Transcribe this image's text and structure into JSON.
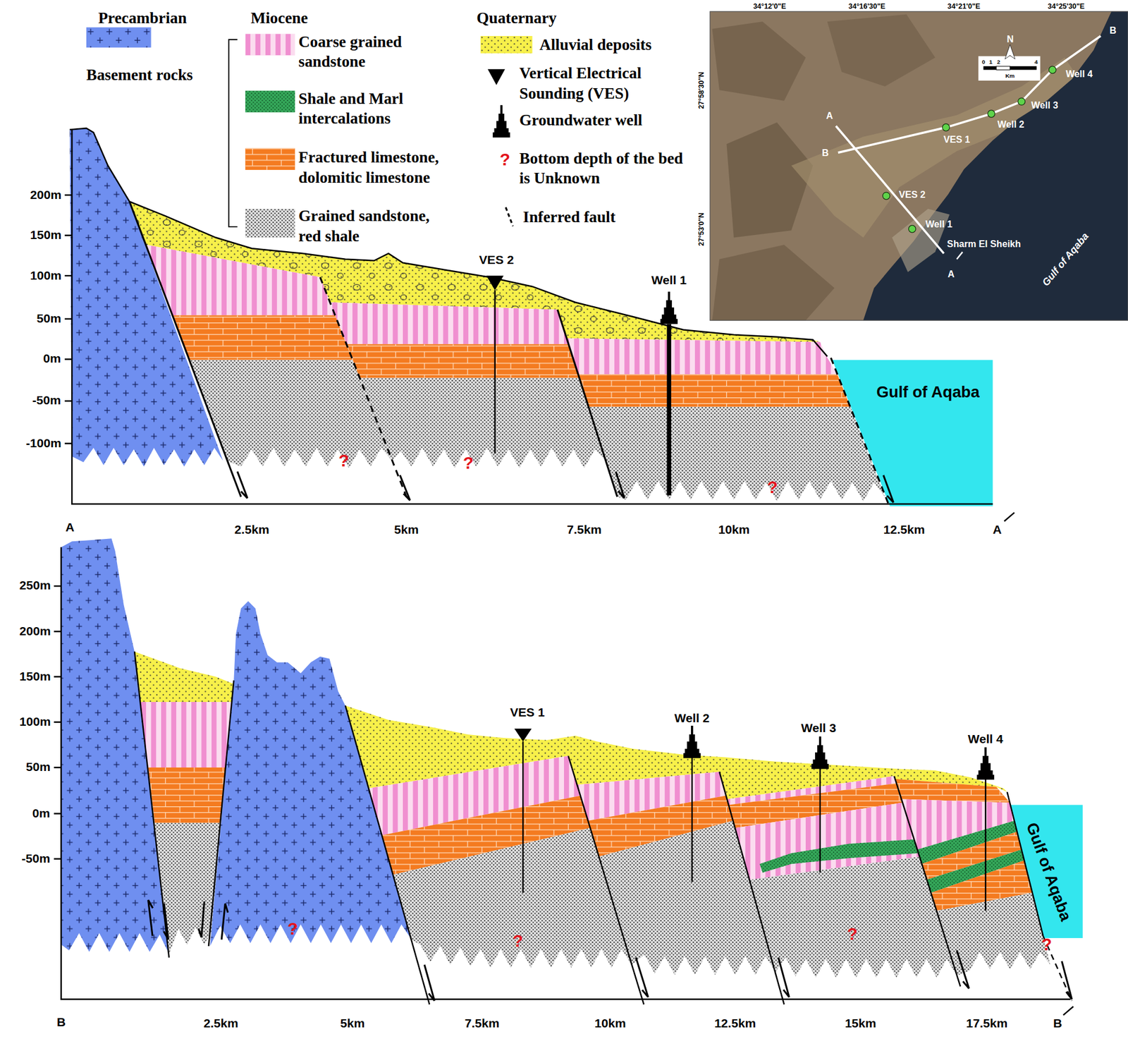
{
  "diagram": {
    "nodes": [
      {
        "text": [
          "Gulf of Aqaba"
        ]
      },
      {
        "text": [
          "Gulf of Aqaba"
        ]
      }
    ],
    "labels": [
      "Precambrian",
      "Miocene",
      "Quaternary",
      "200m",
      "150m",
      "100m",
      "50m",
      "0m",
      "-50m",
      "-100m",
      "A",
      "2.5km",
      "5km",
      "7.5km",
      "10km",
      "12.5km",
      "A",
      "VES 2",
      "Well 1",
      "?",
      "?",
      "?",
      "34°12'0\"E",
      "34°16'30\"E",
      "34°21'0\"E",
      "34°25'30\"E",
      "27°58'30\"N",
      "27°53'0\"N",
      "N",
      "0",
      "1",
      "2",
      "4",
      "Km",
      "A",
      "B",
      "B",
      "VES 1",
      "Well 2",
      "Well 3",
      "Well 4",
      "VES 2",
      "Well 1",
      "Sharm El Sheikh",
      "A",
      "Gulf of Aqaba",
      "250m",
      "200m",
      "150m",
      "100m",
      "50m",
      "0m",
      "-50m",
      "B",
      "2.5km",
      "5km",
      "7.5km",
      "10km",
      "12.5km",
      "15km",
      "17.5km",
      "B",
      "VES 1",
      "Well 2",
      "Well 3",
      "Well 4",
      "?",
      "?",
      "?",
      "?",
      "?"
    ],
    "legend": [
      {
        "text": "Basement rocks",
        "color": "#6f8ff0"
      },
      {
        "text": "Coarse grained sandstone",
        "color": "#fbdcef"
      },
      {
        "text": "Shale and Marl intercalations",
        "color": "#35a85a"
      },
      {
        "text": "Fractured limestone, dolomitic limestone",
        "color": "#f47b20"
      },
      {
        "text": "Grained sandstone, red shale",
        "color": "#e2e2e2"
      },
      {
        "text": "Alluvial deposits",
        "color": "#f7f04a"
      },
      {
        "text": "Vertical Electrical Sounding (VES)"
      },
      {
        "text": "Groundwater well"
      },
      {
        "text": "Bottom depth of the bed is Unknown"
      },
      {
        "text": "Inferred fault"
      }
    ]
  }
}
